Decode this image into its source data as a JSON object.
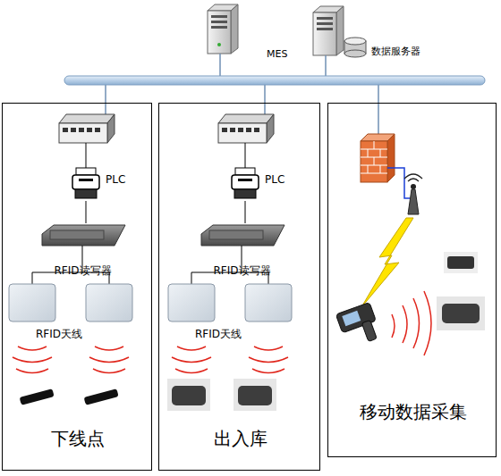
{
  "diagram": {
    "nodes": [
      {
        "text": [
          "MES"
        ]
      },
      {
        "text": [
          "数据服务器"
        ]
      },
      {
        "text": [
          "下线点"
        ]
      },
      {
        "text": [
          "PLC"
        ],
        "in": 2
      },
      {
        "text": [
          "RFID读写器"
        ],
        "in": 2
      },
      {
        "text": [
          "出入库"
        ]
      },
      {
        "text": [
          "PLC"
        ],
        "in": 5
      },
      {
        "text": [
          "RFID读写器"
        ],
        "in": 5
      },
      {
        "text": [
          "移动数据采集"
        ]
      }
    ],
    "edges": [
      {
        "from": 3,
        "to": 4,
        "arrow": "none"
      },
      {
        "from": 6,
        "to": 7,
        "arrow": "none"
      }
    ],
    "labels": [
      "RFID天线",
      "RFID天线"
    ]
  }
}
